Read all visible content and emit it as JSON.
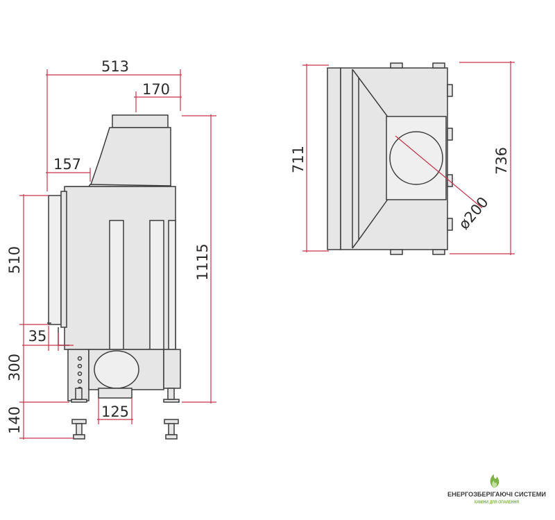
{
  "side_view": {
    "dims": {
      "width_total": "513",
      "flue_offset": "170",
      "front_depth": "157",
      "height_total": "1115",
      "door_height": "510",
      "lower_height": "300",
      "leg_height": "140",
      "handle_offset": "35",
      "air_inlet": "125"
    }
  },
  "top_view": {
    "dims": {
      "inner_width": "711",
      "outer_width": "736",
      "flue_diameter": "ø200"
    }
  },
  "logo": {
    "title": "ЕНЕРГОЗБЕРІГАЮЧІ СИСТЕМИ",
    "subtitle": "КАМІНИ ДЛЯ ОПАЛЕННЯ"
  }
}
